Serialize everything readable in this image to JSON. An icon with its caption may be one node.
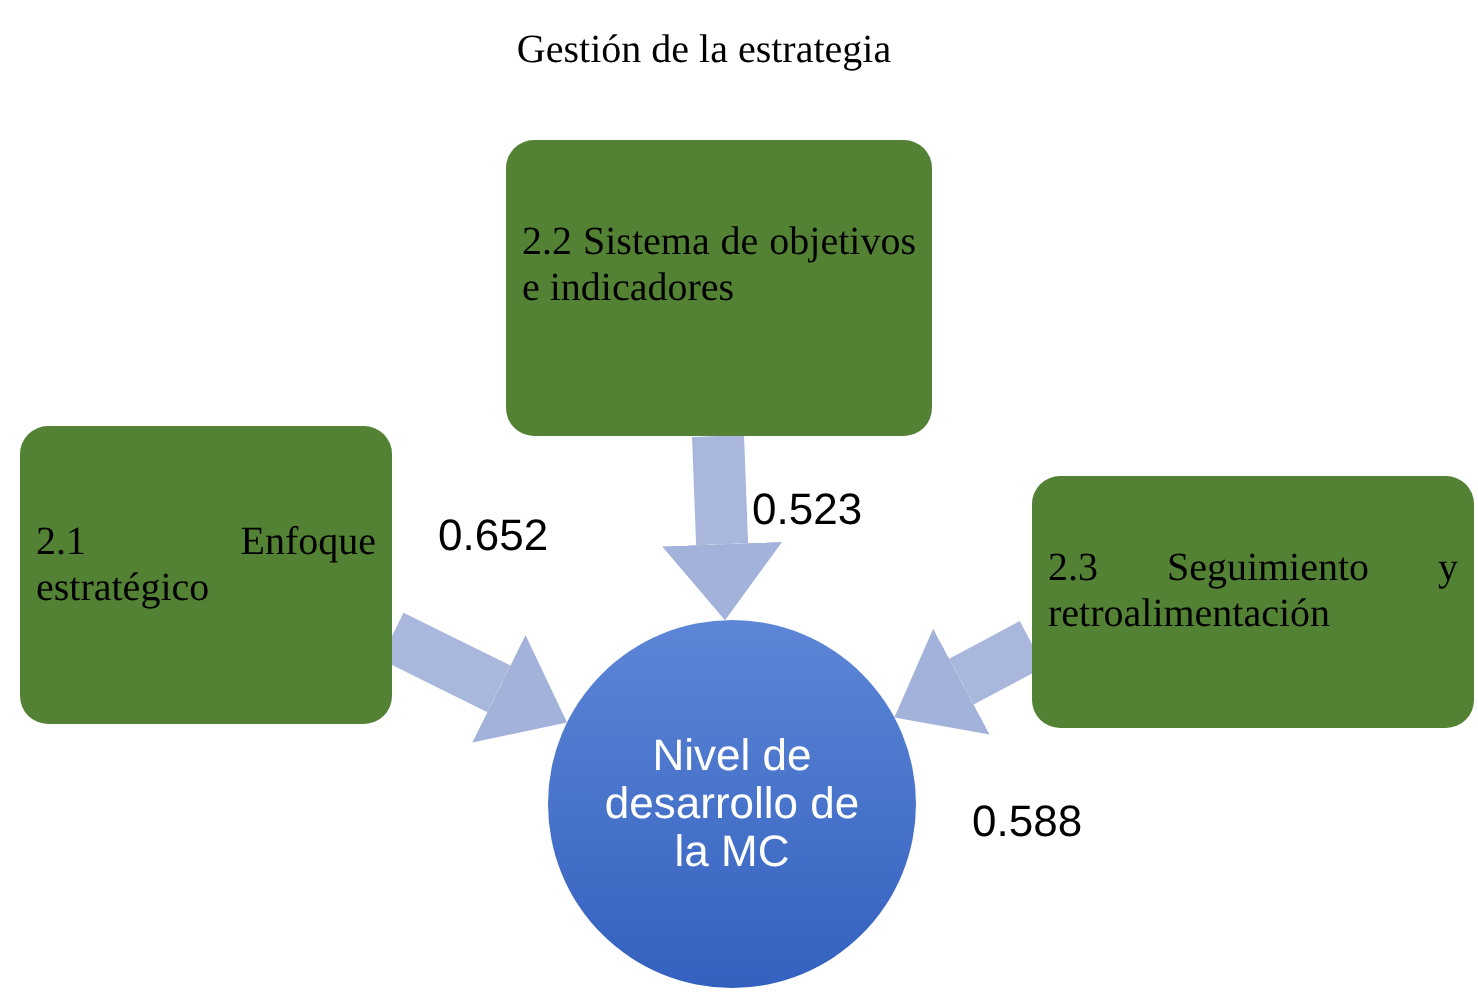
{
  "diagram": {
    "title": "Gestión de la estrategia",
    "nodes": [
      {
        "text": [
          "2.1 Enfoque estratégico"
        ]
      },
      {
        "text": [
          "2.2 Sistema de objetivos e indicadores"
        ]
      },
      {
        "text": [
          "2.3 Seguimiento y retroalimentación"
        ]
      },
      {
        "text": [
          "Nivel de desarrollo de la MC"
        ]
      }
    ],
    "edges": [
      {
        "from": 0,
        "to": 3,
        "arrow": "to",
        "label": "0.652"
      },
      {
        "from": 1,
        "to": 3,
        "arrow": "to",
        "label": "0.523"
      },
      {
        "from": 2,
        "to": 3,
        "arrow": "to",
        "label": "0.588"
      }
    ]
  }
}
